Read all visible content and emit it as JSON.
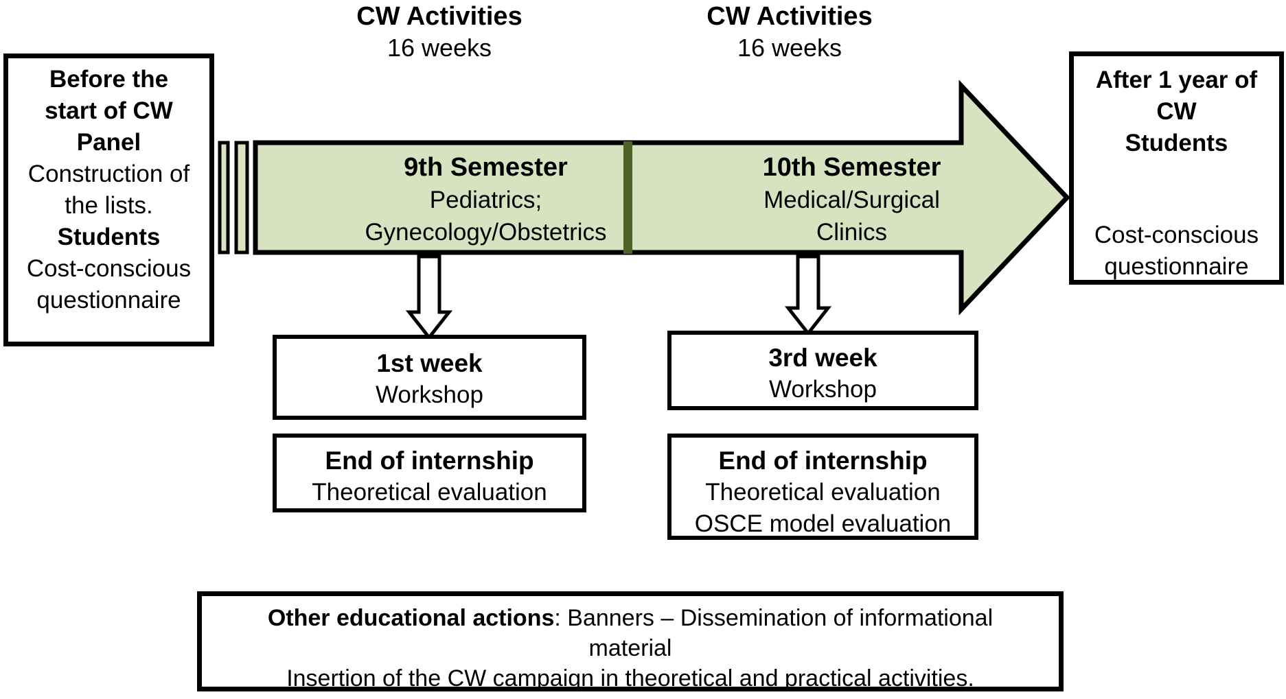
{
  "colors": {
    "arrow_fill_green": "#d7e3c0",
    "divider_dark_green": "#4f6228",
    "outline_black": "#000000",
    "background": "#ffffff"
  },
  "top_labels": [
    {
      "title": "CW Activities",
      "subtitle": "16 weeks"
    },
    {
      "title": "CW Activities",
      "subtitle": "16 weeks"
    }
  ],
  "before_box": {
    "lines": [
      "Before the",
      "start of CW",
      "Panel",
      "Construction of",
      "the lists.",
      "Students",
      "Cost-conscious",
      "questionnaire"
    ]
  },
  "after_box": {
    "lines_top": [
      "After 1 year of",
      "CW",
      "Students"
    ],
    "lines_bottom": [
      "Cost-conscious",
      "questionnaire"
    ]
  },
  "timeline": {
    "sem9": {
      "title": "9th Semester",
      "lines": [
        "Pediatrics;",
        "Gynecology/Obstetrics"
      ]
    },
    "sem10": {
      "title": "10th Semester",
      "lines": [
        "Medical/Surgical",
        "Clinics"
      ]
    }
  },
  "week1_box": {
    "title": "1st week",
    "line": "Workshop"
  },
  "week3_box": {
    "title": "3rd week",
    "line": "Workshop"
  },
  "end1_box": {
    "title": "End of internship",
    "lines": [
      "Theoretical evaluation"
    ]
  },
  "end2_box": {
    "title": "End of internship",
    "lines": [
      "Theoretical evaluation",
      "OSCE model evaluation"
    ]
  },
  "bottom_box": {
    "bold": "Other educational actions",
    "rest": ": Banners – Dissemination of informational",
    "line2": "material",
    "line3": "Insertion of the CW campaign in theoretical and practical activities."
  }
}
